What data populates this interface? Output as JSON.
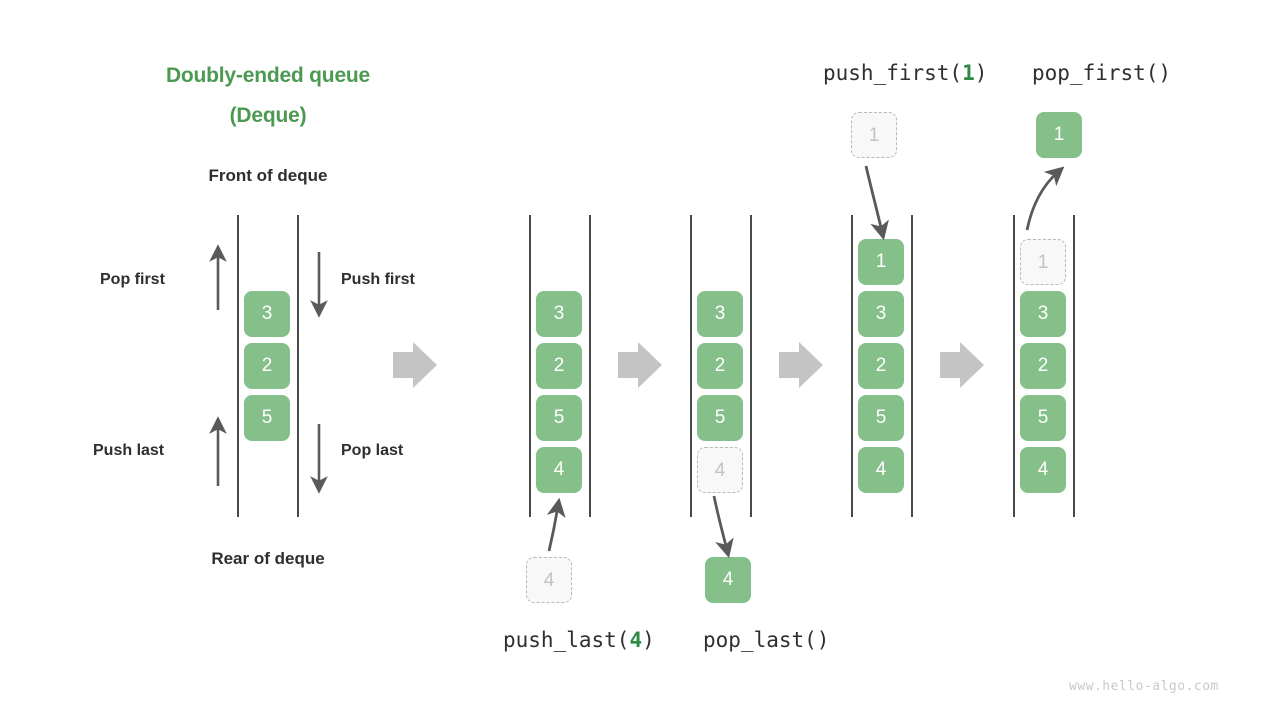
{
  "title": {
    "line1": "Doubly-ended queue",
    "line2": "(Deque)",
    "color": "#4c9a51"
  },
  "captions": {
    "front": "Front of deque",
    "rear": "Rear of deque"
  },
  "operation_labels": {
    "pop_first": "Pop first",
    "push_first": "Push first",
    "push_last": "Push last",
    "pop_last": "Pop last"
  },
  "code_labels": {
    "push_first": {
      "name": "push_first(",
      "arg": "1",
      "close": ")"
    },
    "pop_first": {
      "full": "pop_first()"
    },
    "push_last": {
      "name": "push_last(",
      "arg": "4",
      "close": ")"
    },
    "pop_last": {
      "full": "pop_last()"
    }
  },
  "watermark": "www.hello-algo.com",
  "colors": {
    "element_green": "#85bf8a",
    "ghost_fill": "#f8f8f8",
    "ghost_border": "#b9b9b9",
    "ghost_text": "#c2c2c2",
    "rail": "#4a4a4a",
    "flow_arrow": "#c4c4c4",
    "thin_arrow": "#5a5a5a",
    "text": "#2e2e2e",
    "accent_green": "#2e8b45"
  },
  "columns": [
    {
      "id": "initial",
      "boxes": [
        {
          "value": "3",
          "state": "solid"
        },
        {
          "value": "2",
          "state": "solid"
        },
        {
          "value": "5",
          "state": "solid"
        }
      ]
    },
    {
      "id": "after-push-last",
      "boxes": [
        {
          "value": "3",
          "state": "solid"
        },
        {
          "value": "2",
          "state": "solid"
        },
        {
          "value": "5",
          "state": "solid"
        },
        {
          "value": "4",
          "state": "solid"
        }
      ],
      "floating": {
        "value": "4",
        "state": "ghost"
      }
    },
    {
      "id": "after-pop-last",
      "boxes": [
        {
          "value": "3",
          "state": "solid"
        },
        {
          "value": "2",
          "state": "solid"
        },
        {
          "value": "5",
          "state": "solid"
        },
        {
          "value": "4",
          "state": "ghost"
        }
      ],
      "floating": {
        "value": "4",
        "state": "solid"
      }
    },
    {
      "id": "after-push-first",
      "boxes": [
        {
          "value": "1",
          "state": "solid"
        },
        {
          "value": "3",
          "state": "solid"
        },
        {
          "value": "2",
          "state": "solid"
        },
        {
          "value": "5",
          "state": "solid"
        },
        {
          "value": "4",
          "state": "solid"
        }
      ],
      "floating": {
        "value": "1",
        "state": "ghost"
      }
    },
    {
      "id": "after-pop-first",
      "boxes": [
        {
          "value": "1",
          "state": "ghost"
        },
        {
          "value": "3",
          "state": "solid"
        },
        {
          "value": "2",
          "state": "solid"
        },
        {
          "value": "5",
          "state": "solid"
        },
        {
          "value": "4",
          "state": "solid"
        }
      ],
      "floating": {
        "value": "1",
        "state": "solid"
      }
    }
  ]
}
